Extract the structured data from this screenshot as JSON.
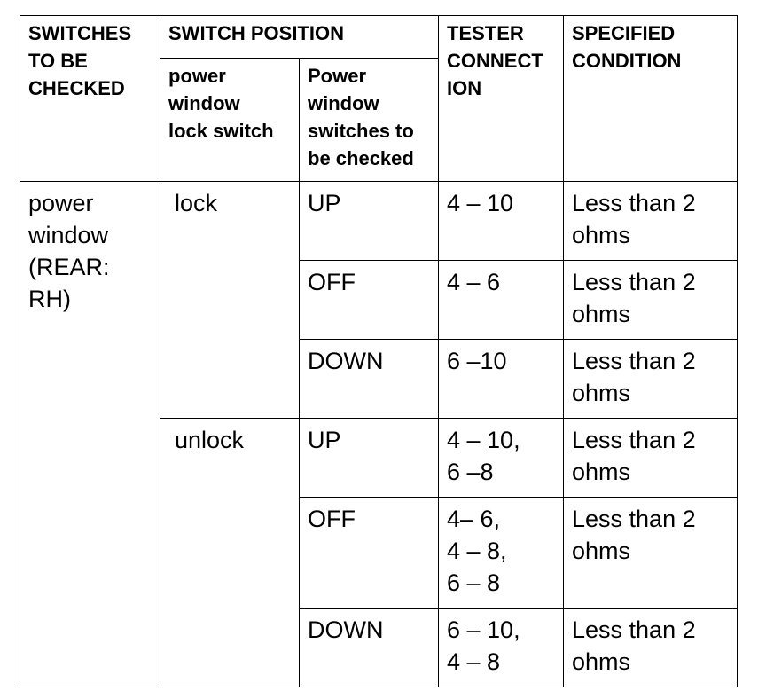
{
  "headers": {
    "switches_to_be_checked": [
      "SWITCHES",
      "TO BE",
      "CHECKED"
    ],
    "switch_position": "SWITCH POSITION",
    "lock_switch": [
      "power",
      "window",
      "lock switch"
    ],
    "switches_checked": [
      "Power",
      "window",
      "switches to",
      "be checked"
    ],
    "tester_connection": [
      "TESTER",
      "CONNECT",
      "ION"
    ],
    "specified_condition": [
      "SPECIFIED",
      "CONDITION"
    ]
  },
  "switch_checked": [
    "power",
    "window",
    "(REAR:",
    "RH)"
  ],
  "groups": [
    {
      "lock_position": "lock",
      "rows": [
        {
          "position": "UP",
          "connections": [
            "4 – 10"
          ],
          "condition": [
            "Less than 2",
            "ohms"
          ]
        },
        {
          "position": "OFF",
          "connections": [
            "4 – 6"
          ],
          "condition": [
            "Less than 2",
            "ohms"
          ]
        },
        {
          "position": "DOWN",
          "connections": [
            "6 –10"
          ],
          "condition": [
            "Less than 2",
            "ohms"
          ]
        }
      ]
    },
    {
      "lock_position": "unlock",
      "rows": [
        {
          "position": "UP",
          "connections": [
            "4 – 10,",
            "6 –8"
          ],
          "condition": [
            "Less than 2",
            "ohms"
          ]
        },
        {
          "position": "OFF",
          "connections": [
            "4– 6,",
            "4 – 8,",
            "6 – 8"
          ],
          "condition": [
            "Less than 2",
            "ohms"
          ]
        },
        {
          "position": "DOWN",
          "connections": [
            "6 – 10,",
            "4 – 8"
          ],
          "condition": [
            "Less than 2",
            "ohms"
          ]
        }
      ]
    }
  ]
}
